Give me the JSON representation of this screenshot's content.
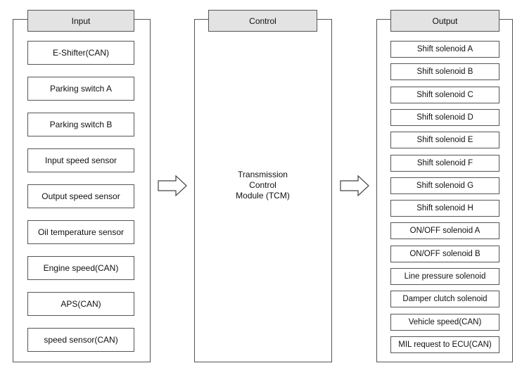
{
  "input": {
    "title": "Input",
    "items": [
      "E-Shifter(CAN)",
      "Parking switch A",
      "Parking switch B",
      "Input speed sensor",
      "Output speed sensor",
      "Oil temperature sensor",
      "Engine speed(CAN)",
      "APS(CAN)",
      "speed sensor(CAN)"
    ]
  },
  "control": {
    "title": "Control",
    "lines": [
      "Transmission",
      "Control",
      "Module (TCM)"
    ]
  },
  "output": {
    "title": "Output",
    "items": [
      "Shift solenoid A",
      "Shift solenoid B",
      "Shift solenoid C",
      "Shift solenoid D",
      "Shift solenoid E",
      "Shift solenoid F",
      "Shift solenoid G",
      "Shift solenoid H",
      "ON/OFF solenoid A",
      "ON/OFF solenoid B",
      "Line pressure solenoid",
      "Damper clutch solenoid",
      "Vehicle speed(CAN)",
      "MIL request to ECU(CAN)"
    ]
  }
}
